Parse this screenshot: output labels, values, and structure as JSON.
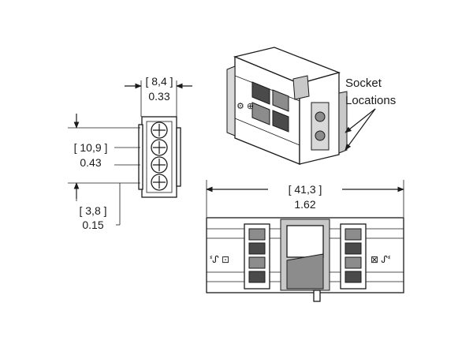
{
  "dimensions": {
    "width": {
      "mm": "[ 8,4 ]",
      "in": "0.33"
    },
    "pitch": {
      "mm": "[ 10,9 ]",
      "in": "0.43"
    },
    "offset": {
      "mm": "[ 3,8 ]",
      "in": "0.15"
    },
    "length": {
      "mm": "[ 41,3 ]",
      "in": "1.62"
    }
  },
  "callout": {
    "line1": "Socket",
    "line2": "Locations"
  }
}
